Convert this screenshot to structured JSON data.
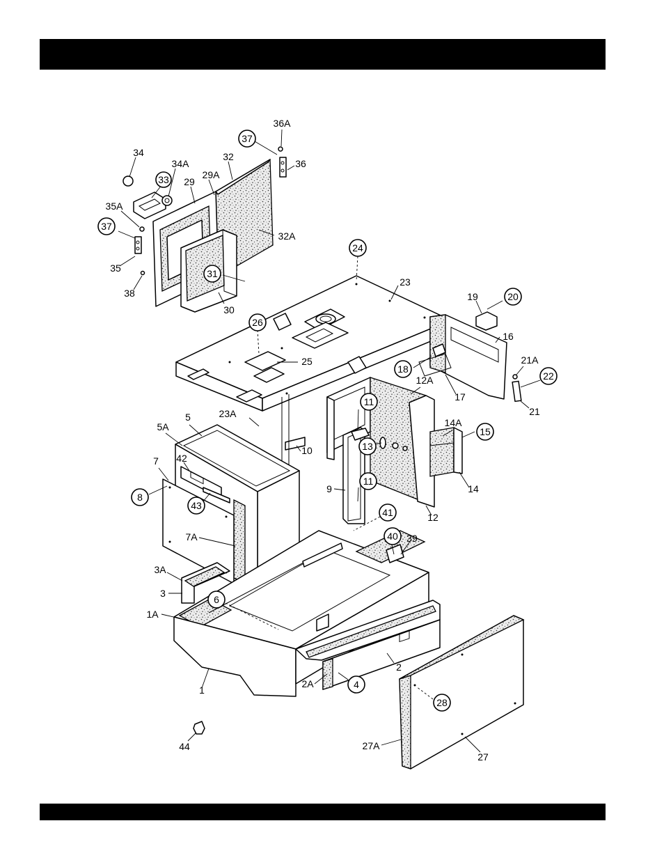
{
  "header": {
    "title": ""
  },
  "footer": {
    "text": ""
  },
  "diagram": {
    "labels": [
      "34",
      "34A",
      "33",
      "29",
      "29A",
      "32",
      "32A",
      "35A",
      "37",
      "35",
      "38",
      "31",
      "30",
      "36A",
      "36",
      "24",
      "23",
      "26",
      "25",
      "19",
      "20",
      "16",
      "18",
      "17",
      "21A",
      "22",
      "21",
      "12A",
      "23A",
      "5",
      "5A",
      "7",
      "42",
      "8",
      "43",
      "10",
      "11",
      "13",
      "9",
      "14A",
      "15",
      "14",
      "12",
      "7A",
      "41",
      "40",
      "39",
      "3A",
      "3",
      "6",
      "1A",
      "1",
      "2",
      "2A",
      "4",
      "28",
      "27",
      "27A",
      "44"
    ],
    "circled_labels": [
      "37",
      "24",
      "26",
      "20",
      "18",
      "22",
      "11",
      "13",
      "8",
      "43",
      "41",
      "40",
      "6",
      "4",
      "28",
      "31",
      "33",
      "15"
    ]
  }
}
